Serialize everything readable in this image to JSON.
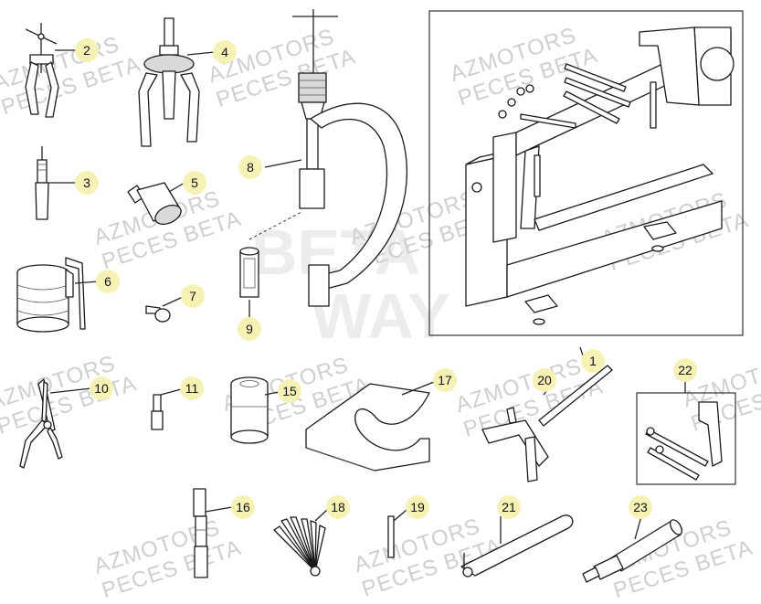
{
  "watermark": {
    "line1": "AZMOTORS",
    "line2": "PECES BETA",
    "center_line1": "BETA",
    "center_line2": "WAY"
  },
  "callouts": [
    {
      "label": "1"
    },
    {
      "label": "2"
    },
    {
      "label": "3"
    },
    {
      "label": "4"
    },
    {
      "label": "5"
    },
    {
      "label": "6"
    },
    {
      "label": "7"
    },
    {
      "label": "8"
    },
    {
      "label": "9"
    },
    {
      "label": "10"
    },
    {
      "label": "11"
    },
    {
      "label": "15"
    },
    {
      "label": "16"
    },
    {
      "label": "17"
    },
    {
      "label": "18"
    },
    {
      "label": "19"
    },
    {
      "label": "20"
    },
    {
      "label": "21"
    },
    {
      "label": "22"
    },
    {
      "label": "23"
    }
  ],
  "colors": {
    "callout_fill": "#f6f2b6",
    "line": "#1a1a1a",
    "watermark": "#cfcfcf"
  }
}
